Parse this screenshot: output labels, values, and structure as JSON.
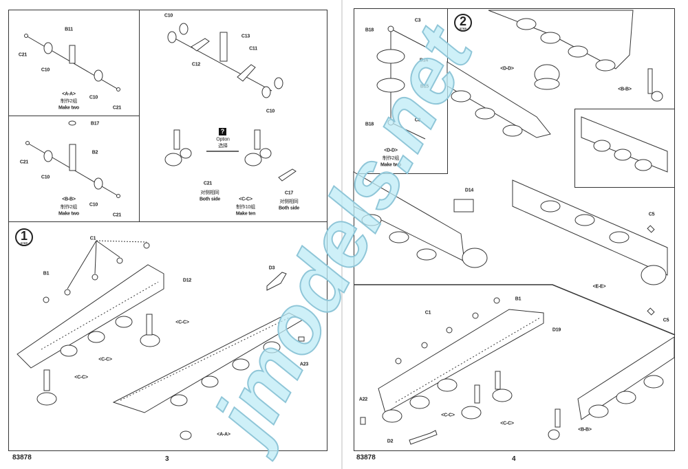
{
  "left_page": {
    "page_number": "3",
    "kit_number": "83878",
    "panel_aa": {
      "labels": [
        "C21",
        "B11",
        "C10",
        "C10",
        "C21"
      ],
      "view": "<A-A>",
      "cn": "制作2组",
      "en": "Make two"
    },
    "panel_bb": {
      "labels": [
        "B17",
        "B2",
        "C21",
        "C10",
        "C10",
        "C21"
      ],
      "view": "<B-B>",
      "cn": "制作2组",
      "en": "Make two"
    },
    "panel_cc": {
      "labels": [
        "C10",
        "C13",
        "C11",
        "C12",
        "C10",
        "C21",
        "C17"
      ],
      "option_icon": "?",
      "option_en": "Option",
      "option_cn": "选择",
      "both_side_cn": "对侧相同",
      "both_side_en": "Both side",
      "view": "<C-C>",
      "cn": "制作10组",
      "en": "Make ten",
      "both_side_cn2": "对侧相同",
      "both_side_en2": "Both side"
    },
    "step1": {
      "number": "1",
      "step": "STEP",
      "labels": [
        "C1",
        "B1",
        "D12",
        "D3",
        "<C-C>",
        "<C-C>",
        "<C-C>",
        "A23",
        "<A-A>"
      ]
    }
  },
  "right_page": {
    "page_number": "4",
    "kit_number": "83878",
    "panel_dd": {
      "labels": [
        "B18",
        "C3",
        "B14",
        "B15",
        "B18",
        "C3"
      ],
      "view": "<D-D>",
      "cn": "制作2组",
      "en": "Make two"
    },
    "step2": {
      "number": "2",
      "step": "STEP",
      "labels": [
        "<D-D>",
        "<B-B>",
        "D14",
        "C5",
        "<E-E>",
        "C5"
      ]
    },
    "bottom": {
      "labels": [
        "C1",
        "B1",
        "D19",
        "A22",
        "<C-C>",
        "<C-C>",
        "D2",
        "<B-B>"
      ]
    }
  },
  "watermark": "jmodels.net"
}
